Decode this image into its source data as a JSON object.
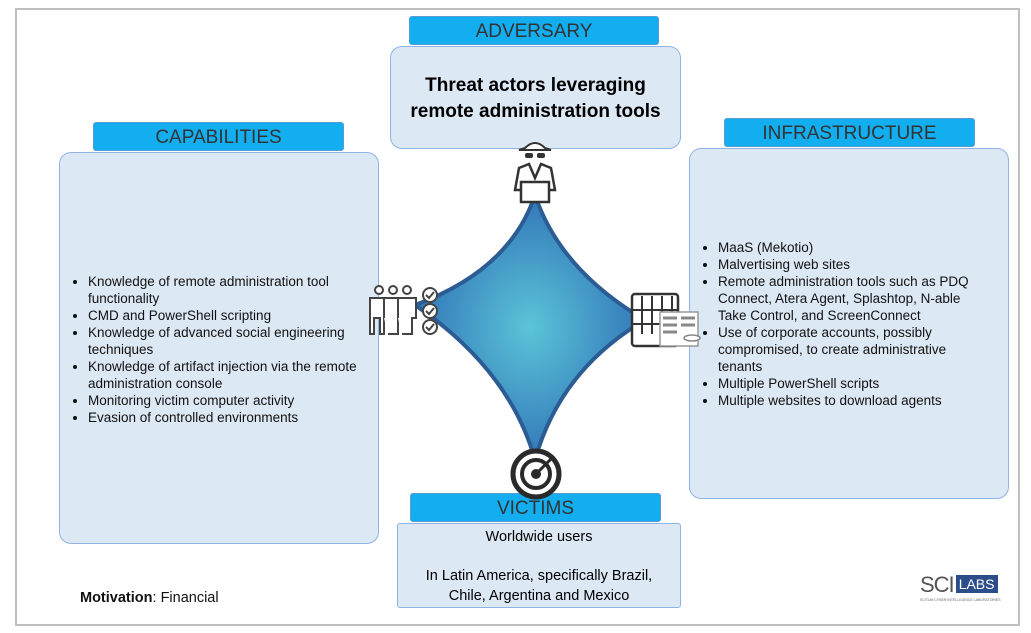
{
  "adversary": {
    "title": "ADVERSARY",
    "text_line1": "Threat actors leveraging",
    "text_line2": "remote administration tools"
  },
  "capabilities": {
    "title": "CAPABILITIES",
    "items": [
      "Knowledge of remote administration tool functionality",
      "CMD and PowerShell scripting",
      "Knowledge of advanced social engineering techniques",
      "Knowledge of artifact injection via the remote administration console",
      "Monitoring victim computer activity",
      "Evasion of controlled environments"
    ]
  },
  "infrastructure": {
    "title": "INFRASTRUCTURE",
    "items": [
      "MaaS (Mekotio)",
      "Malvertising web sites",
      "Remote administration tools such as PDQ Connect, Atera Agent, Splashtop, N-able Take Control, and ScreenConnect",
      "Use of corporate accounts, possibly compromised, to create administrative tenants",
      "Multiple PowerShell scripts",
      "Multiple websites to download agents"
    ]
  },
  "victims": {
    "title": "VICTIMS",
    "line1": "Worldwide users",
    "line2": "In Latin America, specifically Brazil,",
    "line3": "Chile, Argentina and Mexico"
  },
  "motivation": {
    "label": "Motivation",
    "value": "Financial"
  },
  "logo": {
    "text_sci": "SCI",
    "text_labs": "LABS",
    "tagline": "SCITUM CYBER INTELLIGENCE LABORATORIES"
  },
  "colors": {
    "header": "#12aef0",
    "box": "#dde8f5",
    "diamond_center": "#5bc4d8",
    "diamond_edge": "#2e6fb5"
  }
}
